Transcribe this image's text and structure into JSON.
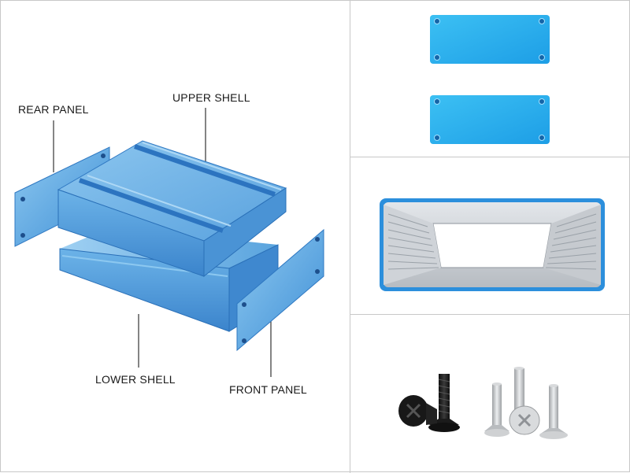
{
  "labels": {
    "rear_panel": "REAR PANEL",
    "upper_shell": "UPPER SHELL",
    "lower_shell": "LOWER SHELL",
    "front_panel": "FRONT PANEL"
  },
  "colors": {
    "accent": "#3a96e0",
    "accent_light": "#6fbdf2",
    "accent_dark": "#1f6fbf",
    "interior": "#c9cdd2",
    "screw_black": "#1b1b1b",
    "screw_steel": "#c7c9cb",
    "border": "#c8c8c8"
  },
  "panels": [
    {
      "id": "exploded-enclosure"
    },
    {
      "id": "end-panels"
    },
    {
      "id": "profile-cross-section"
    },
    {
      "id": "screws",
      "black_count": 2,
      "steel_count": 4
    }
  ]
}
